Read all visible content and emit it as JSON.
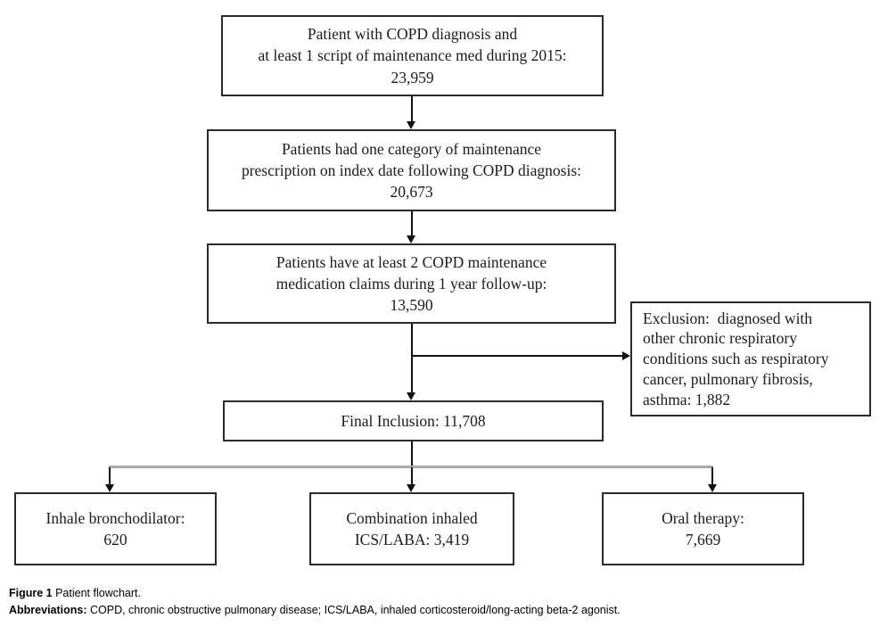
{
  "flowchart": {
    "box_cohort": {
      "lines": [
        "Patient with COPD diagnosis and",
        "at least 1 script of maintenance med during 2015:",
        "23,959"
      ]
    },
    "box_one_category": {
      "lines": [
        "Patients had one category of maintenance",
        "prescription on index date following COPD diagnosis:",
        "20,673"
      ]
    },
    "box_two_claims": {
      "lines": [
        "Patients have at least 2 COPD maintenance",
        "medication claims during 1 year follow-up:",
        "13,590"
      ]
    },
    "box_exclusion": {
      "lines": [
        "Exclusion:  diagnosed with",
        "other chronic respiratory",
        "conditions such as respiratory",
        "cancer, pulmonary fibrosis,",
        "asthma: 1,882"
      ]
    },
    "box_final": {
      "lines": [
        "Final Inclusion: 11,708"
      ]
    },
    "box_bronchodilator": {
      "lines": [
        "Inhale bronchodilator:",
        "620"
      ]
    },
    "box_ics_laba": {
      "lines": [
        "Combination inhaled",
        "ICS/LABA: 3,419"
      ]
    },
    "box_oral": {
      "lines": [
        "Oral therapy:",
        "7,669"
      ]
    }
  },
  "caption": {
    "figure_label": "Figure 1",
    "figure_text": " Patient flowchart.",
    "abbreviations_label": "Abbreviations:",
    "abbreviations_text": " COPD, chronic obstructive pulmonary disease; ICS/LABA, inhaled corticosteroid/long-acting beta-2 agonist."
  },
  "colors": {
    "box_border": "#2b2b2b",
    "arrow": "#111111",
    "connector_gray": "#a9a9a9",
    "text": "#1b1b1b",
    "background": "#ffffff"
  }
}
